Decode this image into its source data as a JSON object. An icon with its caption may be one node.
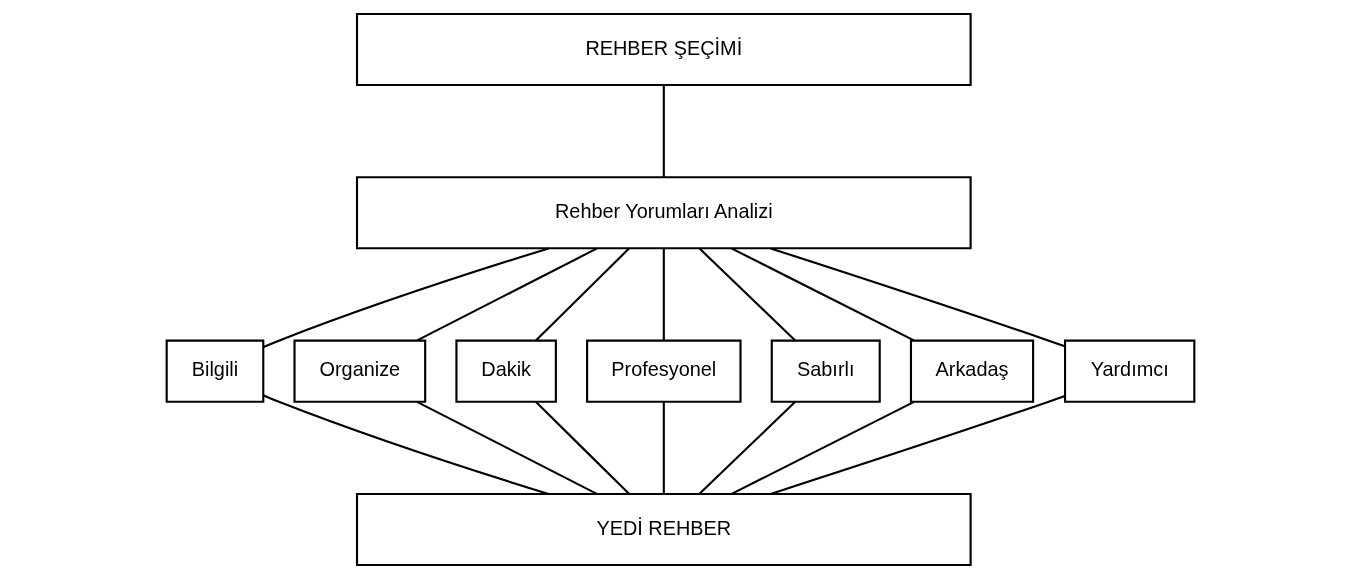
{
  "diagram": {
    "nodes": [
      {
        "text": [
          "REHBER ŞEÇİMİ"
        ]
      },
      {
        "text": [
          "Rehber Yorumları Analizi"
        ]
      },
      {
        "text": [
          "Bilgili"
        ]
      },
      {
        "text": [
          "Organize"
        ]
      },
      {
        "text": [
          "Dakik"
        ]
      },
      {
        "text": [
          "Profesyonel"
        ]
      },
      {
        "text": [
          "Sabırlı"
        ]
      },
      {
        "text": [
          "Arkadaş"
        ]
      },
      {
        "text": [
          "Yardımcı"
        ]
      },
      {
        "text": [
          "YEDİ REHBER"
        ]
      }
    ],
    "edges": [
      {
        "from": 0,
        "to": 1,
        "arrow": "none"
      },
      {
        "from": 1,
        "to": 2,
        "arrow": "none"
      },
      {
        "from": 1,
        "to": 3,
        "arrow": "none"
      },
      {
        "from": 1,
        "to": 4,
        "arrow": "none"
      },
      {
        "from": 1,
        "to": 5,
        "arrow": "none"
      },
      {
        "from": 1,
        "to": 6,
        "arrow": "none"
      },
      {
        "from": 1,
        "to": 7,
        "arrow": "none"
      },
      {
        "from": 1,
        "to": 8,
        "arrow": "none"
      },
      {
        "from": 2,
        "to": 9,
        "arrow": "none"
      },
      {
        "from": 3,
        "to": 9,
        "arrow": "none"
      },
      {
        "from": 4,
        "to": 9,
        "arrow": "none"
      },
      {
        "from": 5,
        "to": 9,
        "arrow": "none"
      },
      {
        "from": 6,
        "to": 9,
        "arrow": "none"
      },
      {
        "from": 7,
        "to": 9,
        "arrow": "none"
      },
      {
        "from": 8,
        "to": 9,
        "arrow": "none"
      }
    ]
  }
}
